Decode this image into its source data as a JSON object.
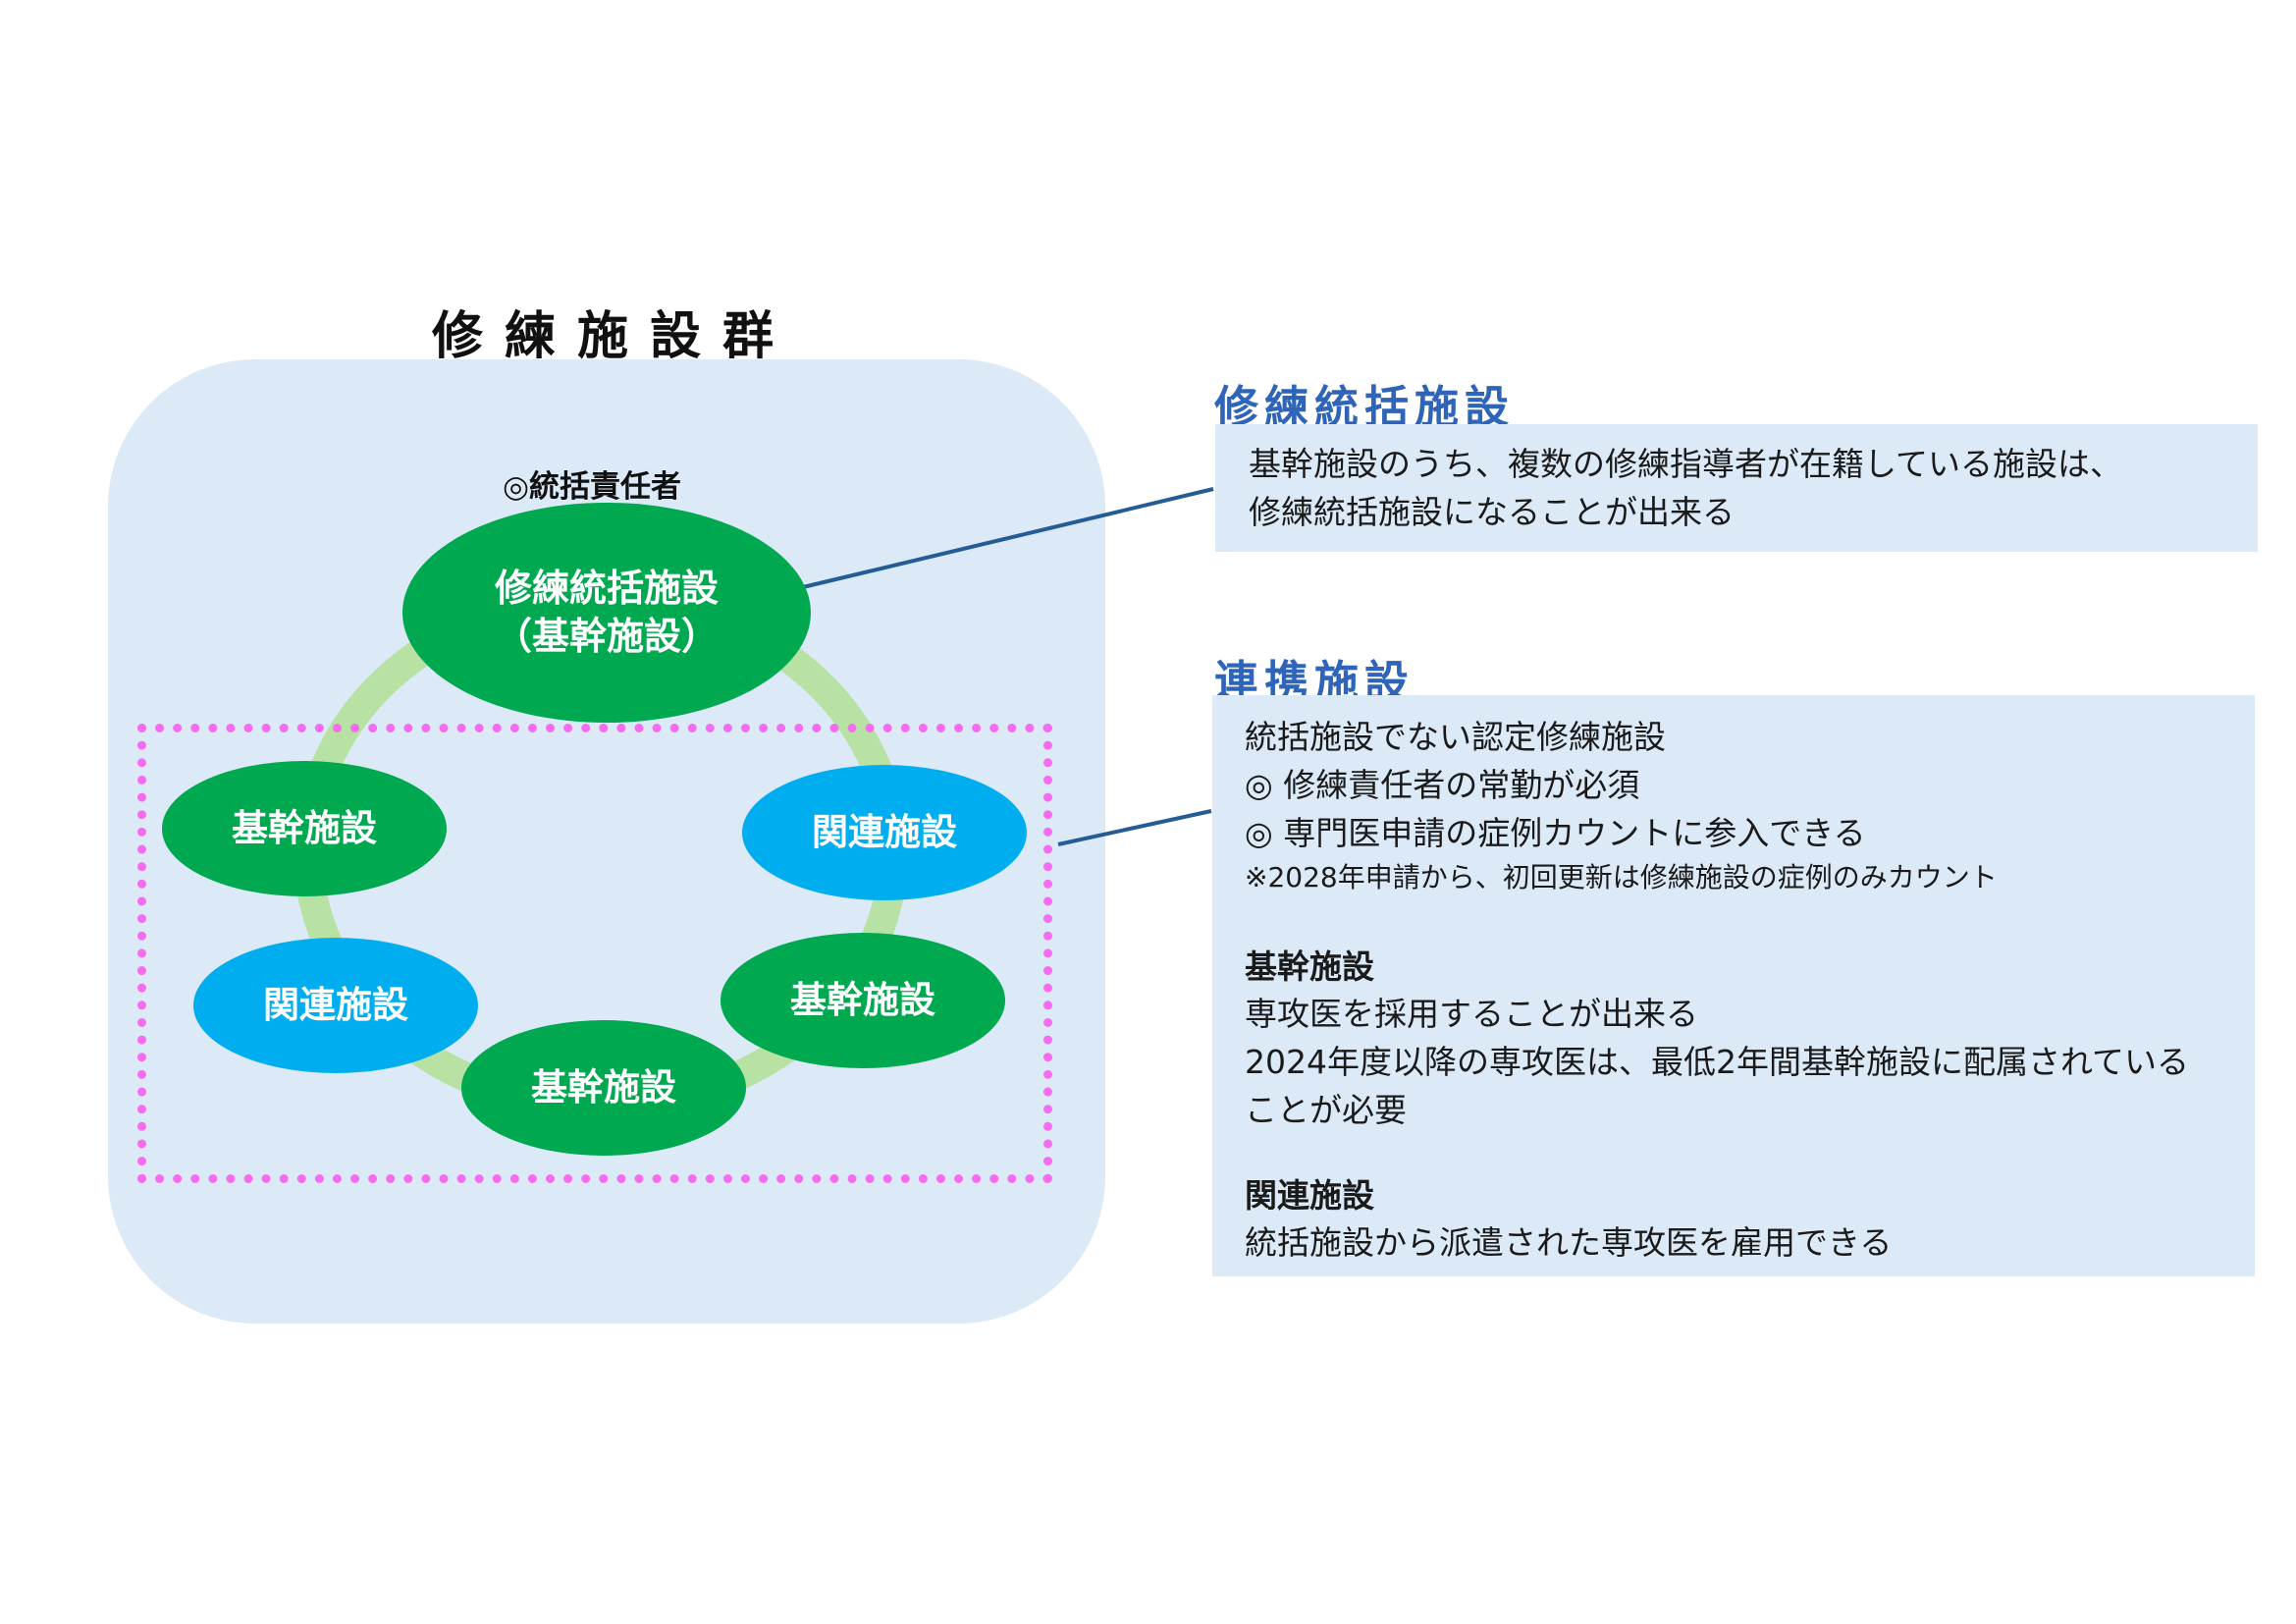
{
  "group": {
    "title": "修練施設群",
    "manager_label": "◎統括責任者"
  },
  "nodes": {
    "hub_line1": "修練統括施設",
    "hub_line2": "（基幹施設）",
    "left": "基幹施設",
    "right_related": "関連施設",
    "left_related": "関連施設",
    "right": "基幹施設",
    "bottom": "基幹施設"
  },
  "colors": {
    "panel_bg": "#dce9f6",
    "core_node": "#00a850",
    "related_node": "#00aeef",
    "ring": "#b8e2a4",
    "dotted_border": "#f56cf0",
    "connector": "#245c96",
    "section_title": "#2f65b8"
  },
  "section1": {
    "title": "修練統括施設",
    "line1": "基幹施設のうち、複数の修練指導者が在籍している施設は、",
    "line2": "修練統括施設になることが出来る"
  },
  "section2": {
    "title": "連携施設",
    "line1": "統括施設でない認定修練施設",
    "line2": "◎ 修練責任者の常勤が必須",
    "line3": "◎ 専門医申請の症例カウントに参入できる",
    "note": "※2028年申請から、初回更新は修練施設の症例のみカウント",
    "core_heading": "基幹施設",
    "core_line1": "専攻医を採用することが出来る",
    "core_line2": "2024年度以降の専攻医は、最低2年間基幹施設に配属されている",
    "core_line3": "ことが必要",
    "related_heading": "関連施設",
    "related_line1": "統括施設から派遣された専攻医を雇用できる"
  }
}
